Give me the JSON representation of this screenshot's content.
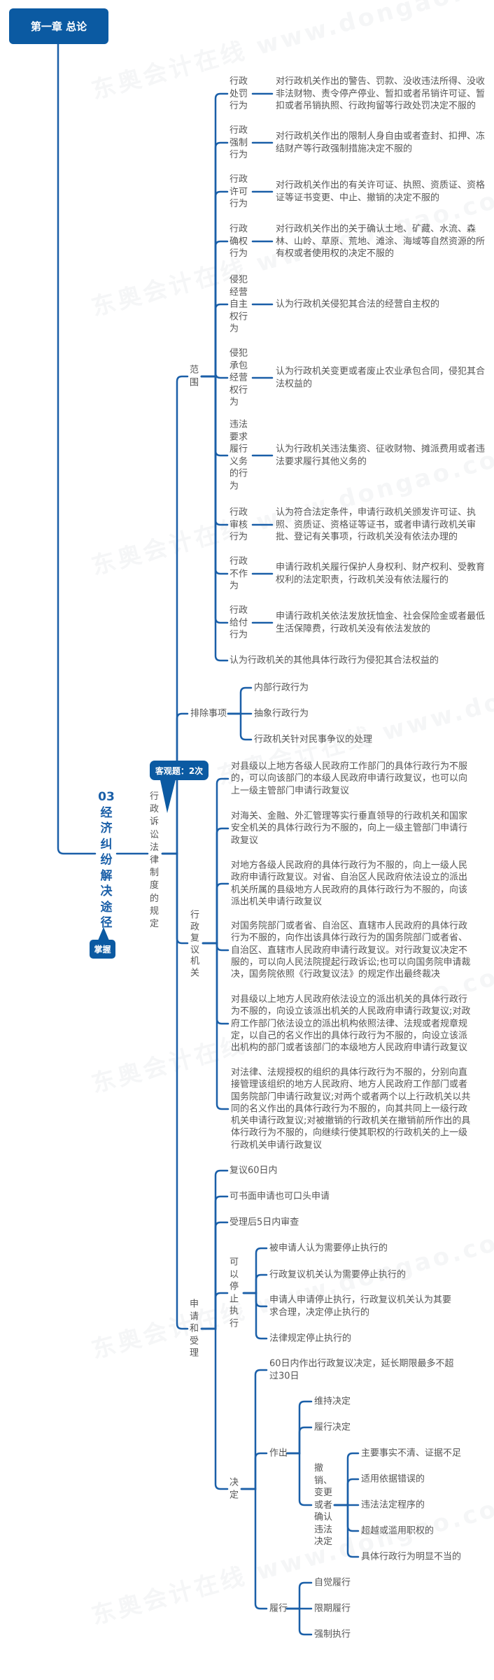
{
  "watermark": "东奥会计在线 www.dongao.com",
  "colors": {
    "accent": "#0b5aa2",
    "line": "#1a5fa8",
    "text": "#555555"
  },
  "root": {
    "title": "第一章 总论"
  },
  "topic": {
    "title": "03经济纠纷解决途径",
    "tag": "掌握"
  },
  "section": {
    "title": "行政诉讼法律制度的规定",
    "badge": "客观题：2次"
  },
  "scope": {
    "label": "范围",
    "items": [
      {
        "label": "行政处罚行为",
        "desc": "对行政机关作出的警告、罚款、没收违法所得、没收非法财物、责令停产停业、暂扣或者吊销许可证、暂扣或者吊销执照、行政拘留等行政处罚决定不服的"
      },
      {
        "label": "行政强制行为",
        "desc": "对行政机关作出的限制人身自由或者查封、扣押、冻结财产等行政强制措施决定不服的"
      },
      {
        "label": "行政许可行为",
        "desc": "对行政机关作出的有关许可证、执照、资质证、资格证等证书变更、中止、撤销的决定不服的"
      },
      {
        "label": "行政确权行为",
        "desc": "对行政机关作出的关于确认土地、矿藏、水流、森林、山岭、草原、荒地、滩涂、海域等自然资源的所有权或者使用权的决定不服的"
      },
      {
        "label": "侵犯经营自主权行为",
        "desc": "认为行政机关侵犯其合法的经营自主权的"
      },
      {
        "label": "侵犯承包经营权行为",
        "desc": "认为行政机关变更或者废止农业承包合同，侵犯其合法权益的"
      },
      {
        "label": "违法要求履行义务的行为",
        "desc": "认为行政机关违法集资、征收财物、摊派费用或者违法要求履行其他义务的"
      },
      {
        "label": "行政审核行为",
        "desc": "认为符合法定条件，申请行政机关颁发许可证、执照、资质证、资格证等证书，或者申请行政机关审批、登记有关事项，行政机关没有依法办理的"
      },
      {
        "label": "行政不作为",
        "desc": "申请行政机关履行保护人身权利、财产权利、受教育权利的法定职责，行政机关没有依法履行的"
      },
      {
        "label": "行政给付行为",
        "desc": "申请行政机关依法发放抚恤金、社会保险金或者最低生活保障费，行政机关没有依法发放的"
      }
    ],
    "other": "认为行政机关的其他具体行政行为侵犯其合法权益的"
  },
  "exclusions": {
    "label": "排除事项",
    "items": [
      "内部行政行为",
      "抽象行政行为",
      "行政机关针对民事争议的处理"
    ]
  },
  "organs": {
    "label": "行政复议机关",
    "items": [
      "对县级以上地方各级人民政府工作部门的具体行政行为不服的，可以向该部门的本级人民政府申请行政复议，也可以向上一级主管部门申请行政复议",
      "对海关、金融、外汇管理等实行垂直领导的行政机关和国家安全机关的具体行政行为不服的，向上一级主管部门申请行政复议",
      "对地方各级人民政府的具体行政行为不服的，向上一级人民政府申请行政复议。对省、自治区人民政府依法设立的派出机关所属的县级地方人民政府的具体行政行为不服的，向该派出机关申请行政复议",
      "对国务院部门或者省、自治区、直辖市人民政府的具体行政行为不服的，向作出该具体行政行为的国务院部门或者省、自治区、直辖市人民政府申请行政复议。对行政复议决定不服的，可以向人民法院提起行政诉讼;也可以向国务院申请裁决，国务院依照《行政复议法》的规定作出最终裁决",
      "对县级以上地方人民政府依法设立的派出机关的具体行政行为不服的，向设立该派出机关的人民政府申请行政复议;对政府工作部门依法设立的派出机构依照法律、法规或者规章规定，以自己的名义作出的具体行政行为不服的，向设立该派出机构的部门或者该部门的本级地方人民政府申请行政复议",
      "对法律、法规授权的组织的具体行政行为不服的，分别向直接管理该组织的地方人民政府、地方人民政府工作部门或者国务院部门申请行政复议;对两个或者两个以上行政机关以共同的名义作出的具体行政行为不服的，向其共同上一级行政机关申请行政复议;对被撤销的行政机关在撤销前所作出的具体行政行为不服的，向继续行使其职权的行政机关的上一级行政机关申请行政复议"
    ]
  },
  "application": {
    "label": "申请和受理",
    "deadline": "复议60日内",
    "form": "可书面申请也可口头申请",
    "review": "受理后5日内审查",
    "suspension": {
      "label": "可以停止执行",
      "items": [
        "被申请人认为需要停止执行的",
        "行政复议机关认为需要停止执行的",
        "申请人申请停止执行，行政复议机关认为其要求合理，决定停止执行的",
        "法律规定停止执行的"
      ]
    },
    "decision": {
      "label": "决定",
      "deadline": "60日内作出行政复议决定，延长期限最多不超过30日",
      "make": {
        "label": "作出",
        "items": [
          "维持决定",
          "履行决定"
        ],
        "revoke": {
          "label": "撤销、变更或者确认违法决定",
          "items": [
            "主要事实不清、证据不足",
            "适用依据错误的",
            "违法法定程序的",
            "超越或滥用职权的",
            "具体行政行为明显不当的"
          ]
        }
      },
      "perform": {
        "label": "履行",
        "items": [
          "自觉履行",
          "限期履行",
          "强制执行"
        ]
      }
    }
  }
}
